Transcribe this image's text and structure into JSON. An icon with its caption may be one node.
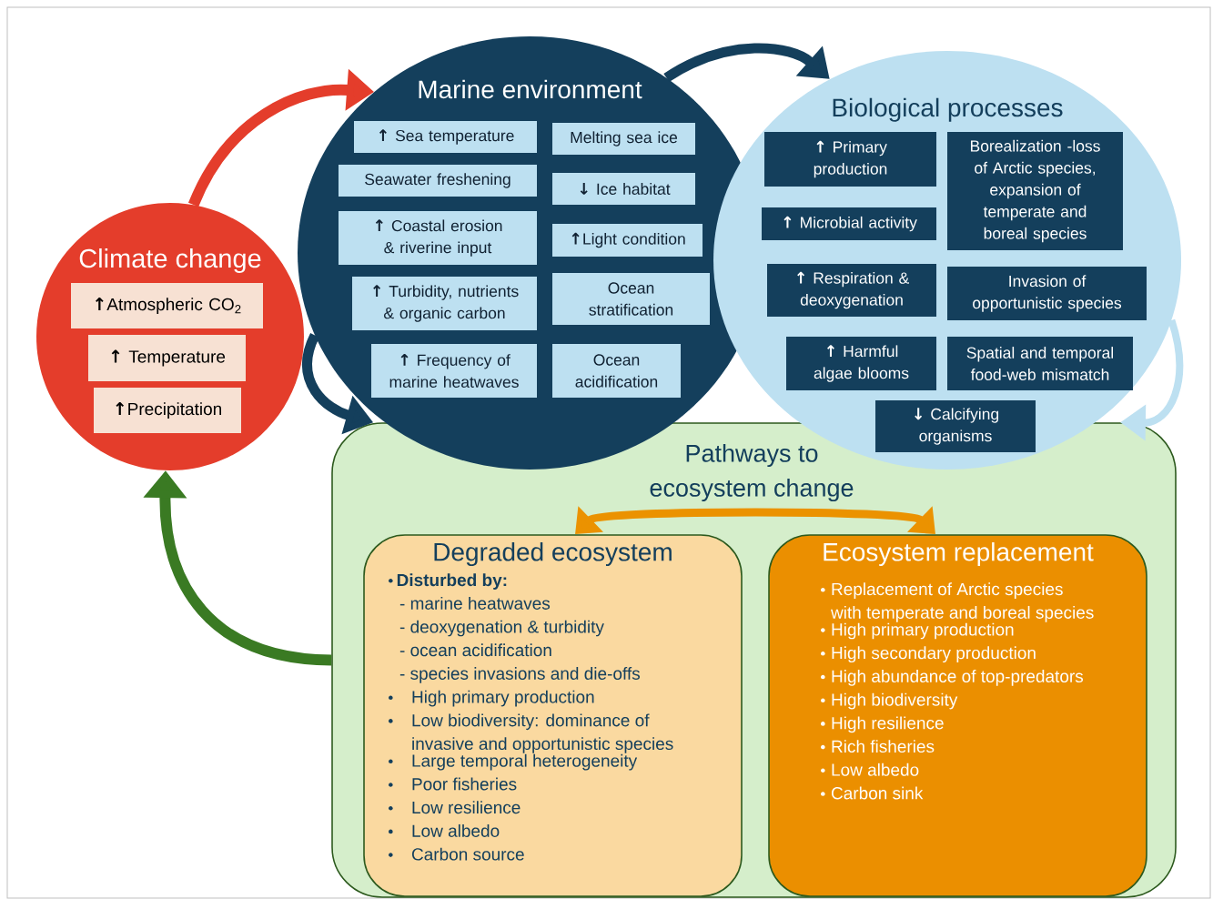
{
  "diagram": {
    "nodes": [
      {
        "text": [
          "Climate change"
        ]
      },
      {
        "text": [
          "↑Atmospheric CO$_{2}$"
        ],
        "in": 0
      },
      {
        "text": [
          "↑ Temperature"
        ],
        "in": 0
      },
      {
        "text": [
          "↑Precipitation"
        ],
        "in": 0
      },
      {
        "text": [
          "Marine environment"
        ]
      },
      {
        "text": [
          "↑ Sea temperature"
        ],
        "in": 4
      },
      {
        "text": [
          "Melting sea ice"
        ],
        "in": 4
      },
      {
        "text": [
          "Seawater freshening"
        ],
        "in": 4
      },
      {
        "text": [
          "↓ Ice habitat"
        ],
        "in": 4
      },
      {
        "text": [
          "↑ Coastal erosion & riverine input"
        ],
        "in": 4
      },
      {
        "text": [
          "↑Light condition"
        ],
        "in": 4
      },
      {
        "text": [
          "↑ Turbidity, nutrients & organic carbon"
        ],
        "in": 4
      },
      {
        "text": [
          "Ocean stratification"
        ],
        "in": 4
      },
      {
        "text": [
          "↑ Frequency of marine heatwaves"
        ],
        "in": 4
      },
      {
        "text": [
          "Ocean acidification"
        ],
        "in": 4
      },
      {
        "text": [
          "Biological processes"
        ]
      },
      {
        "text": [
          "↑ Primary production"
        ],
        "in": 15
      },
      {
        "text": [
          "Borealization -loss of Arctic species, expansion of temperate and boreal species"
        ],
        "in": 15
      },
      {
        "text": [
          "↑ Microbial activity"
        ],
        "in": 15
      },
      {
        "text": [
          "↑ Respiration & deoxygenation"
        ],
        "in": 15
      },
      {
        "text": [
          "Invasion of opportunistic species"
        ],
        "in": 15
      },
      {
        "text": [
          "↑ Harmful algae blooms"
        ],
        "in": 15
      },
      {
        "text": [
          "Spatial and temporal food-web mismatch"
        ],
        "in": 15
      },
      {
        "text": [
          "↓ Calcifying organisms"
        ],
        "in": 15
      },
      {
        "text": [
          "Pathways to ecosystem change"
        ]
      },
      {
        "text": [
          "Degraded ecosystem",
          "Disturbed by:",
          "- marine heatwaves",
          "- deoxygenation & turbidity",
          "- ocean acidification",
          "- species invasions and die-offs",
          "High primary production",
          "Low biodiversity: dominance of invasive and opportunistic species",
          "Large temporal heterogeneity",
          "Poor fisheries",
          "Low resilience",
          "Low albedo",
          "Carbon source"
        ],
        "in": 24
      },
      {
        "text": [
          "Ecosystem replacement",
          "Replacement of Arctic species with temperate and boreal species",
          "High primary production",
          "High secondary production",
          "High abundance of top-predators",
          "High biodiversity",
          "High resilience",
          "Rich fisheries",
          "Low albedo",
          "Carbon sink"
        ],
        "in": 24
      }
    ],
    "edges": [
      {
        "from": 0,
        "to": 4,
        "arrow": "to",
        "color": "#e43d2b"
      },
      {
        "from": 4,
        "to": 15,
        "arrow": "to",
        "color": "#143f5c"
      },
      {
        "from": 4,
        "to": 24,
        "arrow": "to",
        "color": "#143f5c"
      },
      {
        "from": 15,
        "to": 24,
        "arrow": "to",
        "color": "#bde0f1"
      },
      {
        "from": 24,
        "to": 0,
        "arrow": "to",
        "color": "#3a7a23"
      },
      {
        "from": 25,
        "to": 26,
        "arrow": "both",
        "color": "#eb9200"
      }
    ]
  }
}
